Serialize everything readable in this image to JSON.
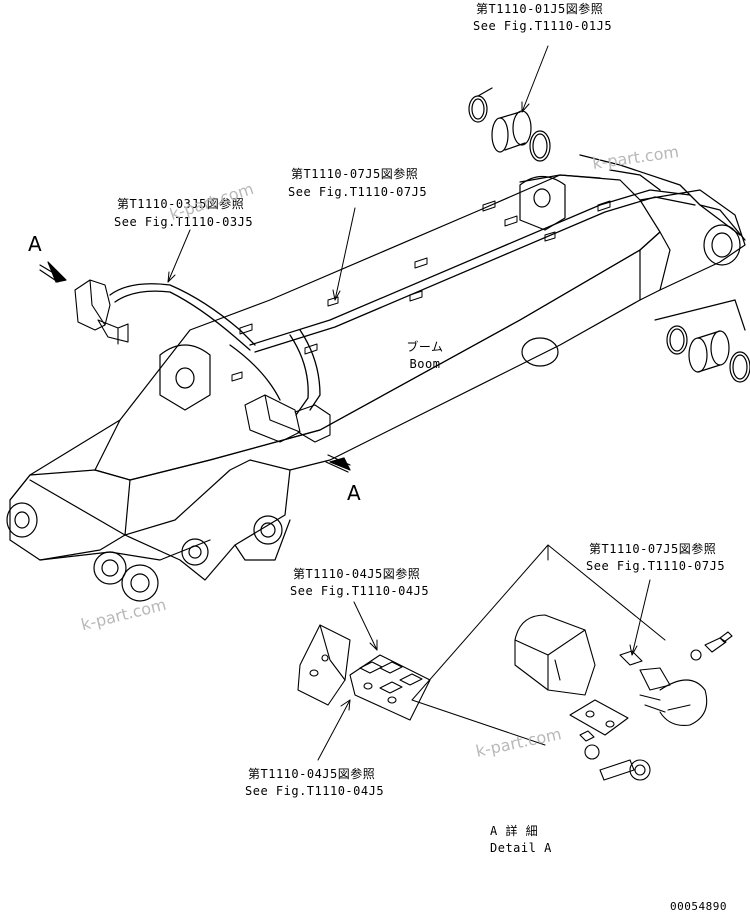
{
  "callouts": {
    "top_right": {
      "jp": "第T1110-01J5図参照",
      "en": "See Fig.T1110-01J5"
    },
    "mid_upper": {
      "jp": "第T1110-07J5図参照",
      "en": "See Fig.T1110-07J5"
    },
    "left_upper": {
      "jp": "第T1110-03J5図参照",
      "en": "See Fig.T1110-03J5"
    },
    "detail_right": {
      "jp": "第T1110-07J5図参照",
      "en": "See Fig.T1110-07J5"
    },
    "mid_lower": {
      "jp": "第T1110-04J5図参照",
      "en": "See Fig.T1110-04J5"
    },
    "bottom_left": {
      "jp": "第T1110-04J5図参照",
      "en": "See Fig.T1110-04J5"
    }
  },
  "boom": {
    "jp": "ブーム",
    "en": "Boom"
  },
  "view_marks": {
    "left": "A",
    "lower": "A"
  },
  "detail": {
    "jp": "A 詳 細",
    "en": "Detail A"
  },
  "drawing_number": "00054890",
  "watermarks": [
    "k-part.com",
    "k-part.com",
    "k-part.com",
    "k-part.com"
  ]
}
